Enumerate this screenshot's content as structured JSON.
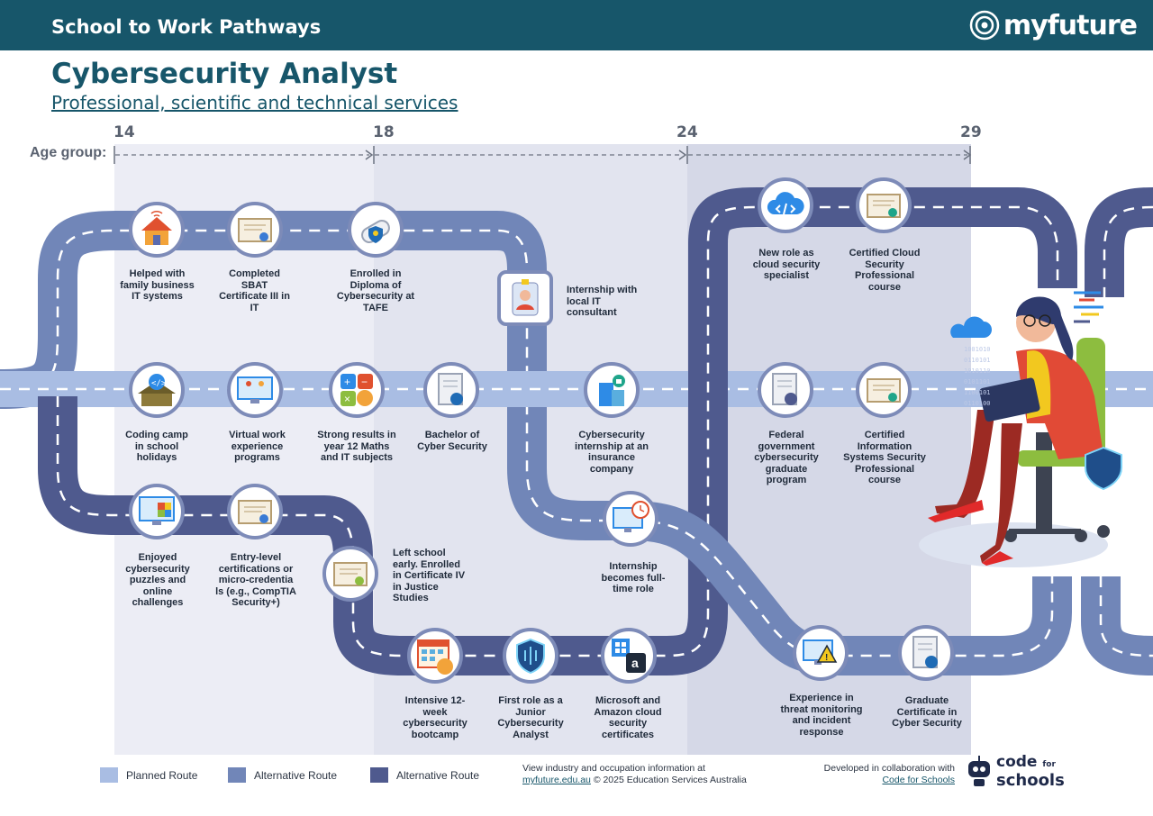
{
  "header": {
    "title": "School to Work Pathways",
    "brand": "myfuture"
  },
  "page": {
    "title": "Cybersecurity Analyst",
    "subtitle": "Professional, scientific and technical services"
  },
  "ages": {
    "label": "Age group:",
    "ticks": [
      "14",
      "18",
      "24",
      "29"
    ]
  },
  "nodes": {
    "family_it": "Helped with family business IT systems",
    "sbat": "Completed SBAT Certificate III in IT",
    "diploma": "Enrolled in Diploma of Cybersecurity at TAFE",
    "internship_local": "Internship with local IT consultant",
    "coding_camp": "Coding camp in school holidays",
    "virtual_work": "Virtual work experience programs",
    "strong_results": "Strong results in year 12 Maths and IT subjects",
    "bachelor": "Bachelor of Cyber Security",
    "insurance_internship": "Cybersecurity internship at an insurance company",
    "puzzles": "Enjoyed cybersecurity puzzles and online challenges",
    "micro_creds": "Entry-level certifications or micro-credentia ls (e.g., CompTIA Security+)",
    "left_school": "Left school early. Enrolled in Certificate IV in Justice Studies",
    "bootcamp": "Intensive 12-week cybersecurity bootcamp",
    "junior": "First role as a Junior Cybersecurity Analyst",
    "ms_amazon": "Microsoft and Amazon cloud security certificates",
    "fulltime": "Internship becomes full-time role",
    "cloud_role": "New role as cloud security specialist",
    "cloud_cert": "Certified Cloud Security Professional course",
    "federal": "Federal government cybersecurity graduate program",
    "cissp": "Certified Information Systems Security Professional course",
    "threat": "Experience in threat monitoring and incident response",
    "grad_cert": "Graduate Certificate in Cyber Security"
  },
  "legend": [
    {
      "label": "Planned Route",
      "color": "#a9bde3"
    },
    {
      "label": "Alternative Route",
      "color": "#7186b8"
    },
    {
      "label": "Alternative Route",
      "color": "#4f5a8e"
    }
  ],
  "footer": {
    "view_text": "View industry and occupation information at",
    "link": "myfuture.edu.au",
    "copyright": "© 2025 Education Services Australia",
    "collab_text": "Developed in collaboration with",
    "collab_link": "Code for Schools",
    "partner_logo_line1": "code",
    "partner_logo_small": "for",
    "partner_logo_line2": "schools"
  },
  "colors": {
    "header_bg": "#17566a",
    "road_dark": "#4f5a8e",
    "road_mid": "#7186b8",
    "road_light": "#a9bde3"
  }
}
